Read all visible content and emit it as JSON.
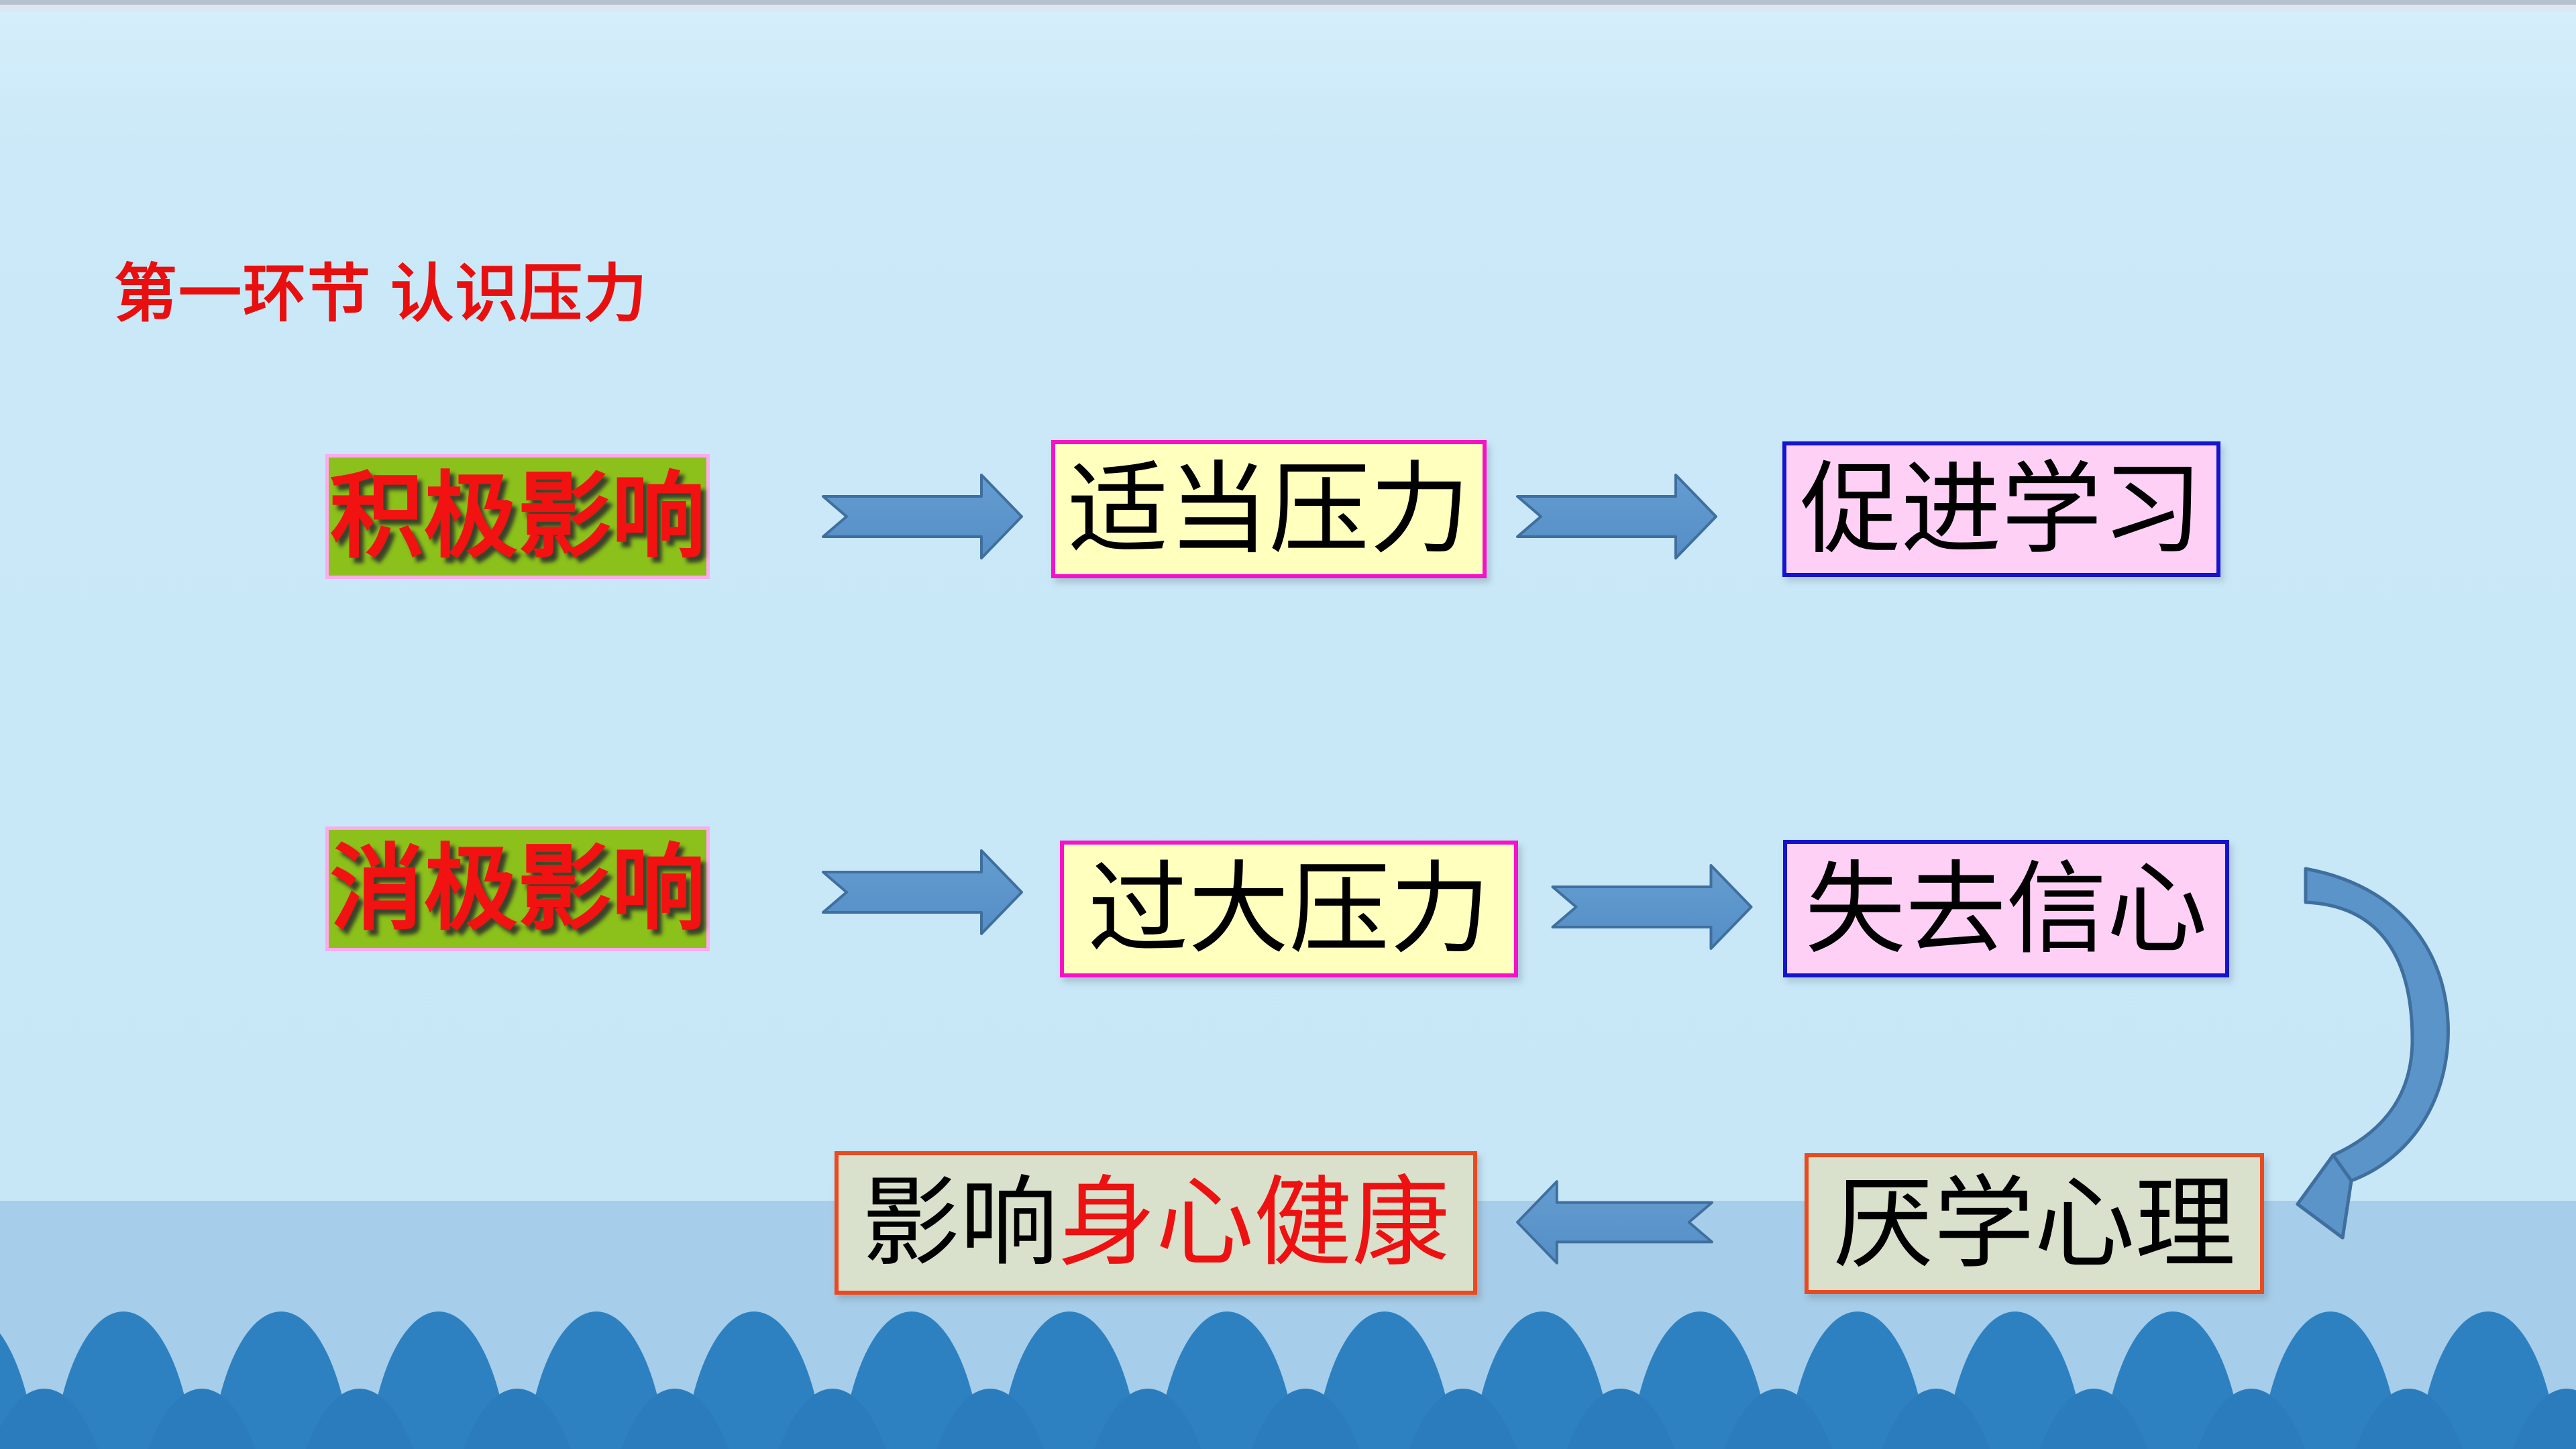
{
  "slide": {
    "title": "第一环节 认识压力",
    "flow_positive": {
      "source": "积极影响",
      "middle": "适当压力",
      "result": "促进学习"
    },
    "flow_negative": {
      "source": "消极影响",
      "middle": "过大压力",
      "result": "失去信心"
    },
    "flow_consequence": {
      "cause": "厌学心理",
      "effect_prefix": "影响",
      "effect_highlight": "身心健康"
    },
    "colors": {
      "background_blue": "#c6e6f6",
      "lower_band_blue": "#a6cde9",
      "wave_blue": "#2e81c1",
      "title_red": "#e80f0f",
      "label_box_green": "#8bc11a",
      "label_box_pink_border": "#ffaaee",
      "label_text_red": "#f21212",
      "middle_box_yellow": "#ffffbe",
      "middle_box_magenta_border": "#f711c9",
      "result_box_pink": "#ffd0f6",
      "result_box_blue_border": "#1414cc",
      "consequence_box_sage": "#d9e0cb",
      "consequence_box_orange_border": "#ea4a20",
      "arrow_blue": "#5b94c9",
      "arrow_outline_blue": "#3f6f9e"
    }
  }
}
